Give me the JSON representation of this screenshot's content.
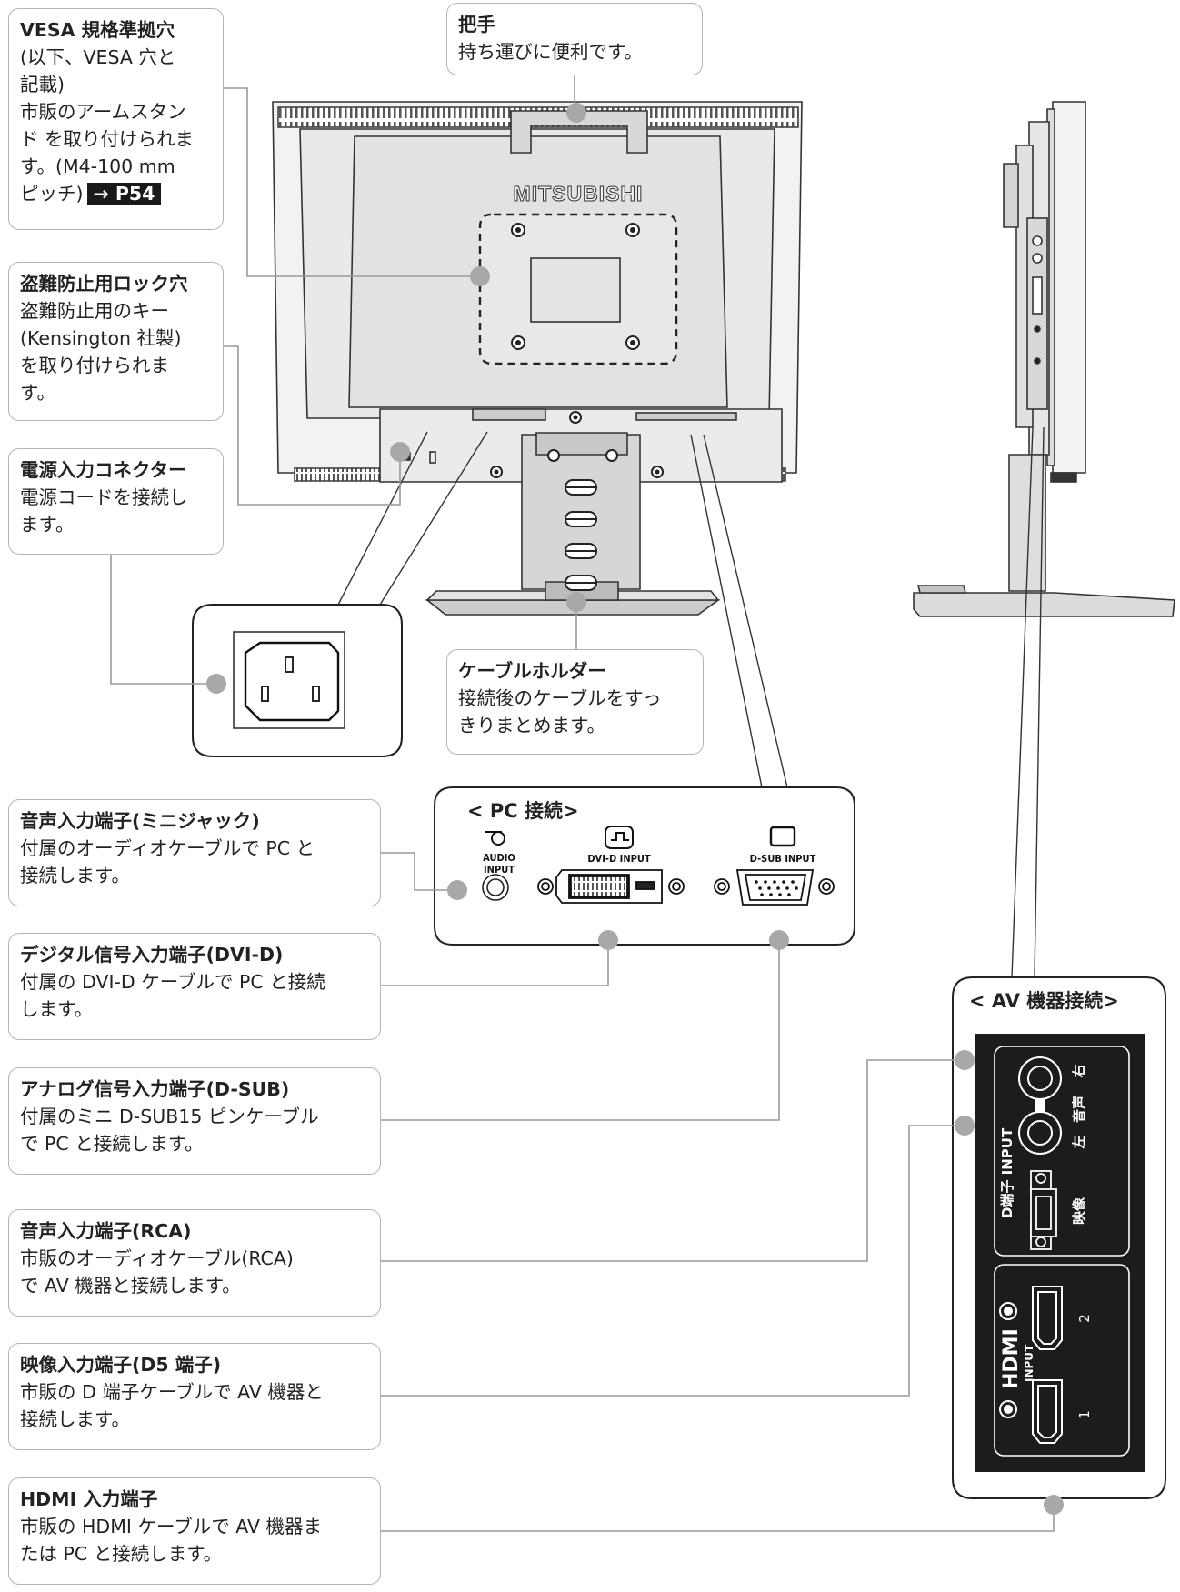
{
  "callouts": {
    "vesa": {
      "title": "VESA 規格準拠穴",
      "lines": [
        "(以下、VESA 穴と",
        "記載)",
        "市販のアームスタン",
        "ド を取り付けられま",
        "す。(M4-100 mm",
        "ピッチ)"
      ],
      "page_ref": "→ P54"
    },
    "handle": {
      "title": "把手",
      "body": "持ち運びに便利です。"
    },
    "lock": {
      "title": "盗難防止用ロック穴",
      "lines": [
        "盗難防止用のキー",
        "(Kensington 社製)",
        "を取り付けられま",
        "す。"
      ]
    },
    "power": {
      "title": "電源入力コネクター",
      "lines": [
        "電源コードを接続し",
        "ます。"
      ]
    },
    "cable_holder": {
      "title": "ケーブルホルダー",
      "lines": [
        "接続後のケーブルをすっ",
        "きりまとめます。"
      ]
    },
    "audio_mini": {
      "title": "音声入力端子(ミニジャック)",
      "lines": [
        "付属のオーディオケーブルで PC と",
        "接続します。"
      ]
    },
    "dvi": {
      "title": "デジタル信号入力端子(DVI-D)",
      "lines": [
        "付属の DVI-D ケーブルで PC と接続",
        "します。"
      ]
    },
    "dsub": {
      "title": "アナログ信号入力端子(D-SUB)",
      "lines": [
        "付属のミニ D-SUB15 ピンケーブル",
        "で PC と接続します。"
      ]
    },
    "audio_rca": {
      "title": "音声入力端子(RCA)",
      "lines": [
        "市販のオーディオケーブル(RCA)",
        "で AV 機器と接続します。"
      ]
    },
    "d5": {
      "title": "映像入力端子(D5 端子)",
      "lines": [
        "市販の D 端子ケーブルで AV 機器と",
        "接続します。"
      ]
    },
    "hdmi": {
      "title": "HDMI 入力端子",
      "lines": [
        "市販の HDMI ケーブルで AV 機器ま",
        "たは PC と接続します。"
      ]
    }
  },
  "panels": {
    "pc": {
      "title": "< PC 接続>",
      "audio_label_1": "AUDIO",
      "audio_label_2": "INPUT",
      "dvi_label": "DVI-D INPUT",
      "dsub_label": "D-SUB INPUT"
    },
    "av": {
      "title": "< AV 機器接続>",
      "d_input_label": "D端子 INPUT",
      "audio_right": "右",
      "audio_word": "音声",
      "audio_left": "左",
      "video": "映像",
      "hdmi_logo": "HDMI",
      "hdmi_input": "INPUT",
      "hdmi_1": "1",
      "hdmi_2": "2"
    }
  },
  "monitor": {
    "brand": "MITSUBISHI"
  },
  "colors": {
    "callout_border": "#b4b4b4",
    "dot": "#a8a8a8",
    "leader": "#999999",
    "panel_dark": "#1c1c1c",
    "page_ref_bg": "#1a1a1a"
  },
  "icons": [
    "power-inlet-icon",
    "audio-input-icon",
    "dvi-icon",
    "dsub-icon",
    "kensington-lock-icon"
  ]
}
